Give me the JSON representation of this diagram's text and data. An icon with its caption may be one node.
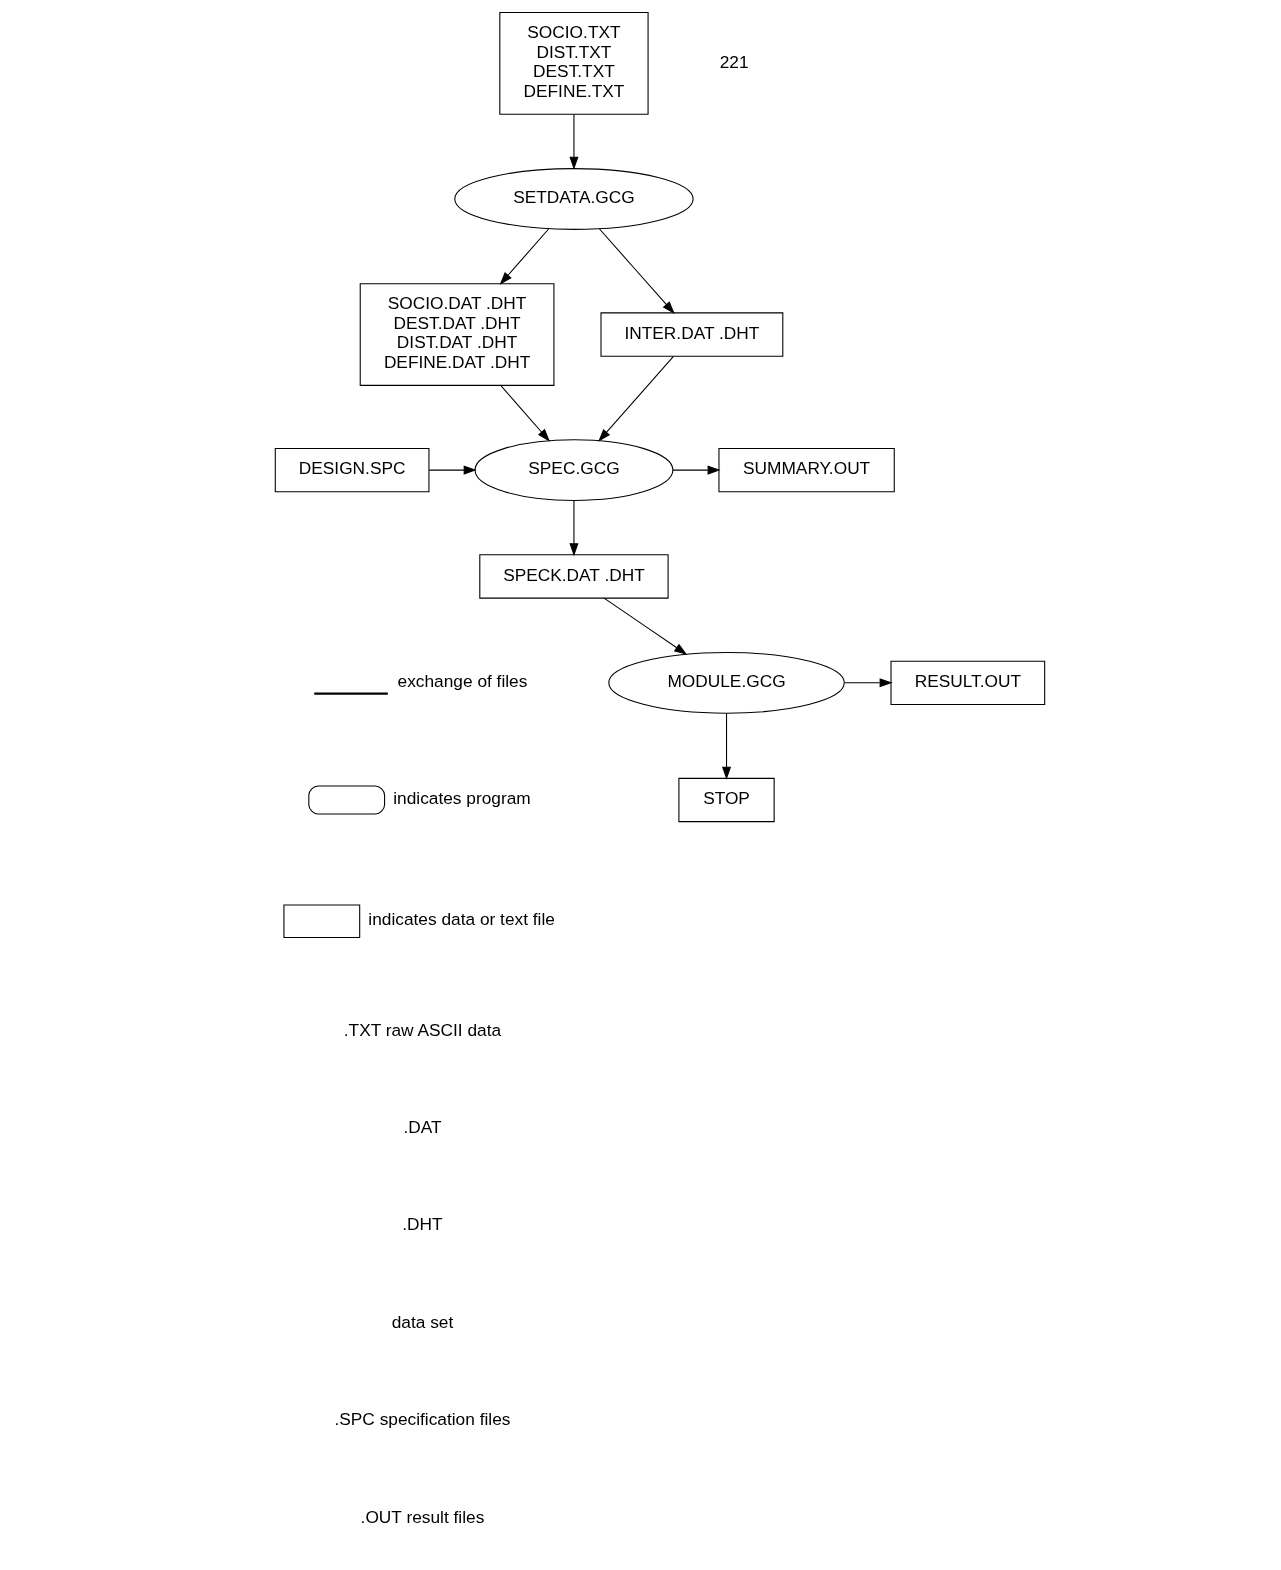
{
  "diagram": {
    "nodes": [
      {
        "text": [
          "SOCIO.TXT",
          "DIST.TXT",
          "DEST.TXT",
          "DEFINE.TXT"
        ]
      },
      {
        "text": [
          "SETDATA.GCG"
        ]
      },
      {
        "text": [
          "SOCIO.DAT .DHT",
          "DEST.DAT .DHT",
          "DIST.DAT .DHT",
          "DEFINE.DAT .DHT"
        ]
      },
      {
        "text": [
          "INTER.DAT .DHT"
        ]
      },
      {
        "text": [
          "DESIGN.SPC"
        ]
      },
      {
        "text": [
          "SPEC.GCG"
        ]
      },
      {
        "text": [
          "SUMMARY.OUT"
        ]
      },
      {
        "text": [
          "SPECK.DAT .DHT"
        ]
      },
      {
        "text": [
          "MODULE.GCG"
        ]
      },
      {
        "text": [
          "RESULT.OUT"
        ]
      },
      {
        "text": [
          "STOP"
        ]
      }
    ],
    "edges": [
      {
        "from": 0,
        "to": 1,
        "arrow": "to"
      },
      {
        "from": 1,
        "to": 2,
        "arrow": "to"
      },
      {
        "from": 1,
        "to": 3,
        "arrow": "to"
      },
      {
        "from": 2,
        "to": 5,
        "arrow": "to"
      },
      {
        "from": 3,
        "to": 5,
        "arrow": "to"
      },
      {
        "from": 4,
        "to": 5,
        "arrow": "to"
      },
      {
        "from": 5,
        "to": 6,
        "arrow": "to"
      },
      {
        "from": 5,
        "to": 7,
        "arrow": "to"
      },
      {
        "from": 7,
        "to": 8,
        "arrow": "to"
      },
      {
        "from": 8,
        "to": 9,
        "arrow": "to"
      },
      {
        "from": 8,
        "to": 10,
        "arrow": "to"
      }
    ],
    "labels": [
      "221",
      ".TXT raw ASCII data",
      ".DAT",
      ".DHT",
      "data set",
      ".SPC specification files",
      ".OUT result files"
    ],
    "legend": [
      {
        "text": "exchange of files"
      },
      {
        "text": "indicates program"
      },
      {
        "text": "indicates data or text file"
      }
    ]
  }
}
